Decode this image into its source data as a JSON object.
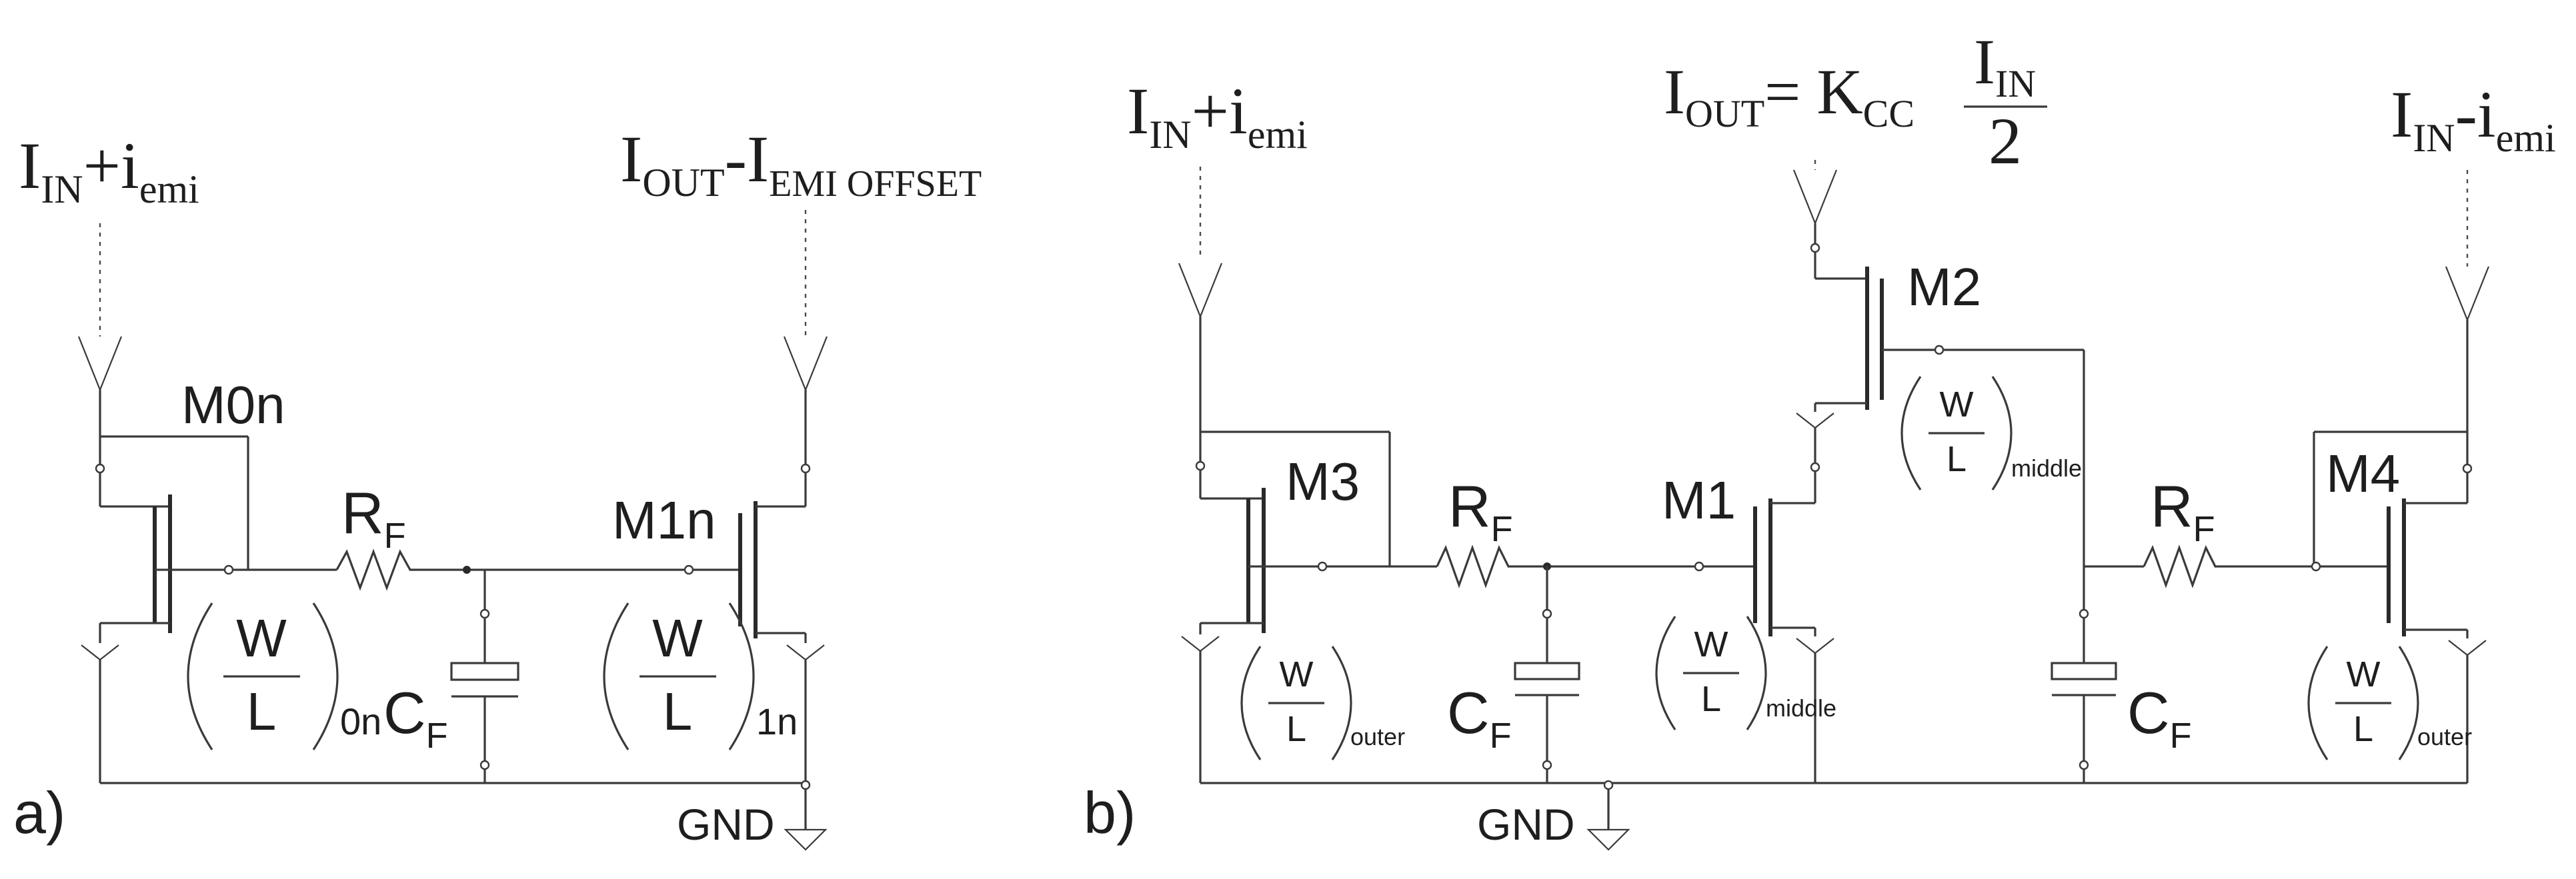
{
  "panel_a": {
    "label": "a)",
    "input_current": {
      "main": "I",
      "sub": "IN",
      "plus": "+i",
      "sub2": "emi"
    },
    "output_current": {
      "main": "I",
      "sub": "OUT",
      "minus": "-I",
      "sub2": "EMI OFFSET"
    },
    "m0": "M0n",
    "m1": "M1n",
    "rf": {
      "main": "R",
      "sub": "F"
    },
    "cf": {
      "main": "C",
      "sub": "F"
    },
    "ratio0": {
      "num": "W",
      "den": "L",
      "sub": "0n"
    },
    "ratio1": {
      "num": "W",
      "den": "L",
      "sub": "1n"
    },
    "gnd": "GND"
  },
  "panel_b": {
    "label": "b)",
    "input_left": {
      "main": "I",
      "sub": "IN",
      "plus": "+i",
      "sub2": "emi"
    },
    "input_right": {
      "main": "I",
      "sub": "IN",
      "minus": "-i",
      "sub2": "emi"
    },
    "output": {
      "main": "I",
      "sub": "OUT",
      "eq": "= K",
      "sub2": "CC",
      "num_main": "I",
      "num_sub": "IN",
      "den": "2"
    },
    "m1": "M1",
    "m2": "M2",
    "m3": "M3",
    "m4": "M4",
    "rf_left": {
      "main": "R",
      "sub": "F"
    },
    "rf_right": {
      "main": "R",
      "sub": "F"
    },
    "cf_left": {
      "main": "C",
      "sub": "F"
    },
    "cf_right": {
      "main": "C",
      "sub": "F"
    },
    "ratio_outer_left": {
      "num": "W",
      "den": "L",
      "sub": "outer"
    },
    "ratio_middle_m1": {
      "num": "W",
      "den": "L",
      "sub": "middle"
    },
    "ratio_middle_m2": {
      "num": "W",
      "den": "L",
      "sub": "middle"
    },
    "ratio_outer_right": {
      "num": "W",
      "den": "L",
      "sub": "outer"
    },
    "gnd": "GND"
  }
}
